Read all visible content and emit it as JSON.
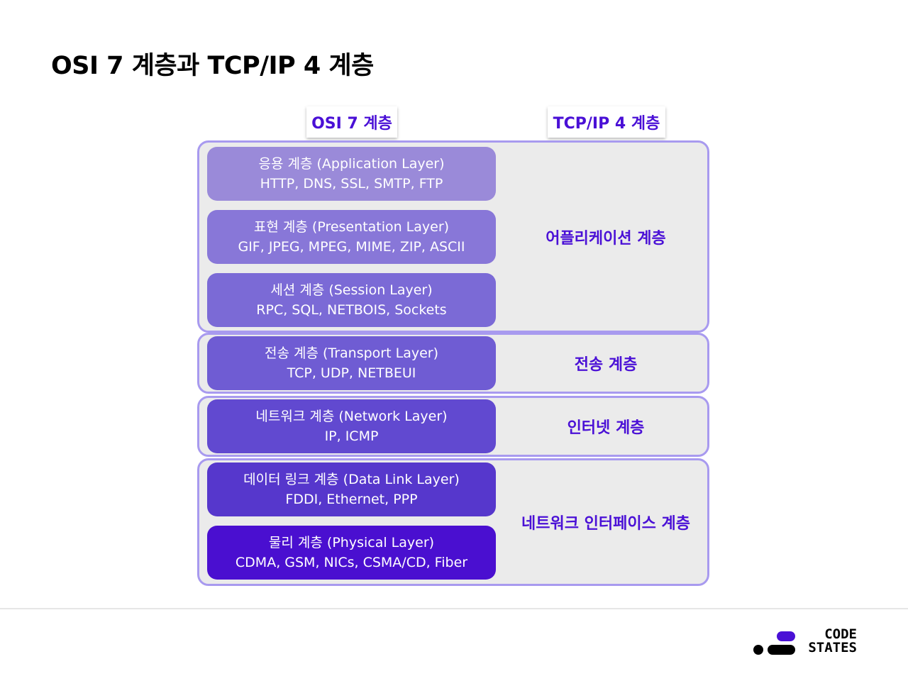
{
  "title": "OSI 7 계층과 TCP/IP 4 계층",
  "headers": {
    "osi": "OSI 7 계층",
    "tcpip": "TCP/IP 4 계층"
  },
  "osi_layers": [
    {
      "name": "응용 계층 (Application Layer)",
      "protocols": "HTTP, DNS, SSL, SMTP, FTP",
      "color": "#9a8ad9"
    },
    {
      "name": "표현 계층 (Presentation Layer)",
      "protocols": "GIF, JPEG, MPEG, MIME, ZIP, ASCII",
      "color": "#8877d8"
    },
    {
      "name": "세션 계층 (Session Layer)",
      "protocols": "RPC, SQL, NETBOIS, Sockets",
      "color": "#7b6ad6"
    },
    {
      "name": "전송 계층 (Transport Layer)",
      "protocols": "TCP, UDP, NETBEUI",
      "color": "#6f5cd3"
    },
    {
      "name": "네트워크 계층 (Network Layer)",
      "protocols": "IP, ICMP",
      "color": "#6149d0"
    },
    {
      "name": "데이터 링크 계층 (Data Link Layer)",
      "protocols": "FDDI, Ethernet, PPP",
      "color": "#5637cc"
    },
    {
      "name": "물리 계층 (Physical Layer)",
      "protocols": "CDMA, GSM, NICs, CSMA/CD, Fiber",
      "color": "#4a0fd0"
    }
  ],
  "tcpip_layers": [
    "어플리케이션 계층",
    "전송 계층",
    "인터넷 계층",
    "네트워크 인터페이스 계층"
  ],
  "accent_color": "#4a10d6",
  "group_border_color": "#a89aef",
  "logo": {
    "line1": "CODE",
    "line2": "STATES"
  }
}
